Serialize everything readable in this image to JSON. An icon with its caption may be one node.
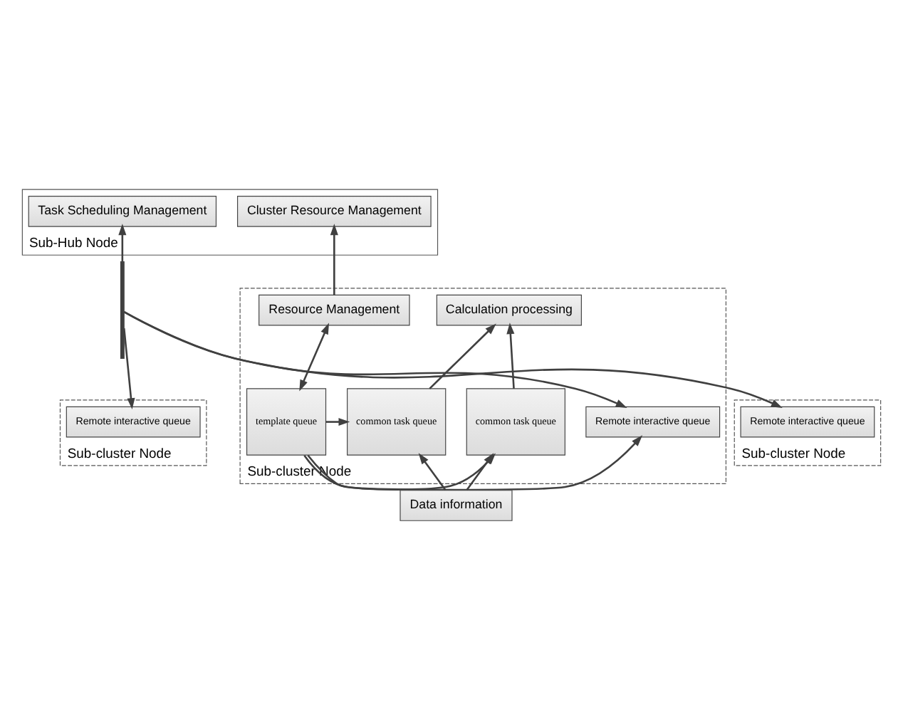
{
  "diagram": {
    "nodes": [
      {
        "text": [
          "Sub-Hub Node"
        ]
      },
      {
        "text": [
          "Task Scheduling Management"
        ],
        "in": 0
      },
      {
        "text": [
          "Cluster Resource Management"
        ],
        "in": 0
      },
      {
        "text": [
          "Sub-cluster Node"
        ]
      },
      {
        "text": [
          "Resource Management"
        ],
        "in": 3
      },
      {
        "text": [
          "Calculation processing"
        ],
        "in": 3
      },
      {
        "text": [
          "Sub-cluster Node"
        ]
      },
      {
        "text": [
          "Remote interactive queue"
        ],
        "in": 6
      },
      {
        "text": [
          "Remote interactive queue"
        ],
        "in": 3
      },
      {
        "text": [
          "common task queue"
        ],
        "in": 3
      },
      {
        "text": [
          "common task queue"
        ],
        "in": 3
      },
      {
        "text": [
          "template queue"
        ],
        "in": 3
      },
      {
        "text": [
          "Sub-cluster Node"
        ]
      },
      {
        "text": [
          "Remote interactive queue"
        ],
        "in": 12
      },
      {
        "text": [
          "Data information"
        ]
      },
      {
        "text": [],
        "shape": "bar"
      }
    ],
    "edges": [
      {
        "from": 4,
        "to": 2,
        "arrow": "to"
      },
      {
        "from": 4,
        "to": 11,
        "arrow": "both"
      },
      {
        "from": 9,
        "to": 5,
        "arrow": "to"
      },
      {
        "from": 10,
        "to": 5,
        "arrow": "to"
      },
      {
        "from": 11,
        "to": 8,
        "arrow": "to"
      },
      {
        "from": 11,
        "to": 9,
        "arrow": "to"
      },
      {
        "from": 11,
        "to": 10,
        "arrow": "to"
      },
      {
        "from": 14,
        "to": 9,
        "arrow": "to"
      },
      {
        "from": 14,
        "to": 10,
        "arrow": "to"
      },
      {
        "from": 15,
        "to": 1,
        "arrow": "to"
      },
      {
        "from": 15,
        "to": 7,
        "arrow": "to"
      },
      {
        "from": 15,
        "to": 8,
        "arrow": "to"
      },
      {
        "from": 15,
        "to": 13,
        "arrow": "to"
      }
    ]
  }
}
